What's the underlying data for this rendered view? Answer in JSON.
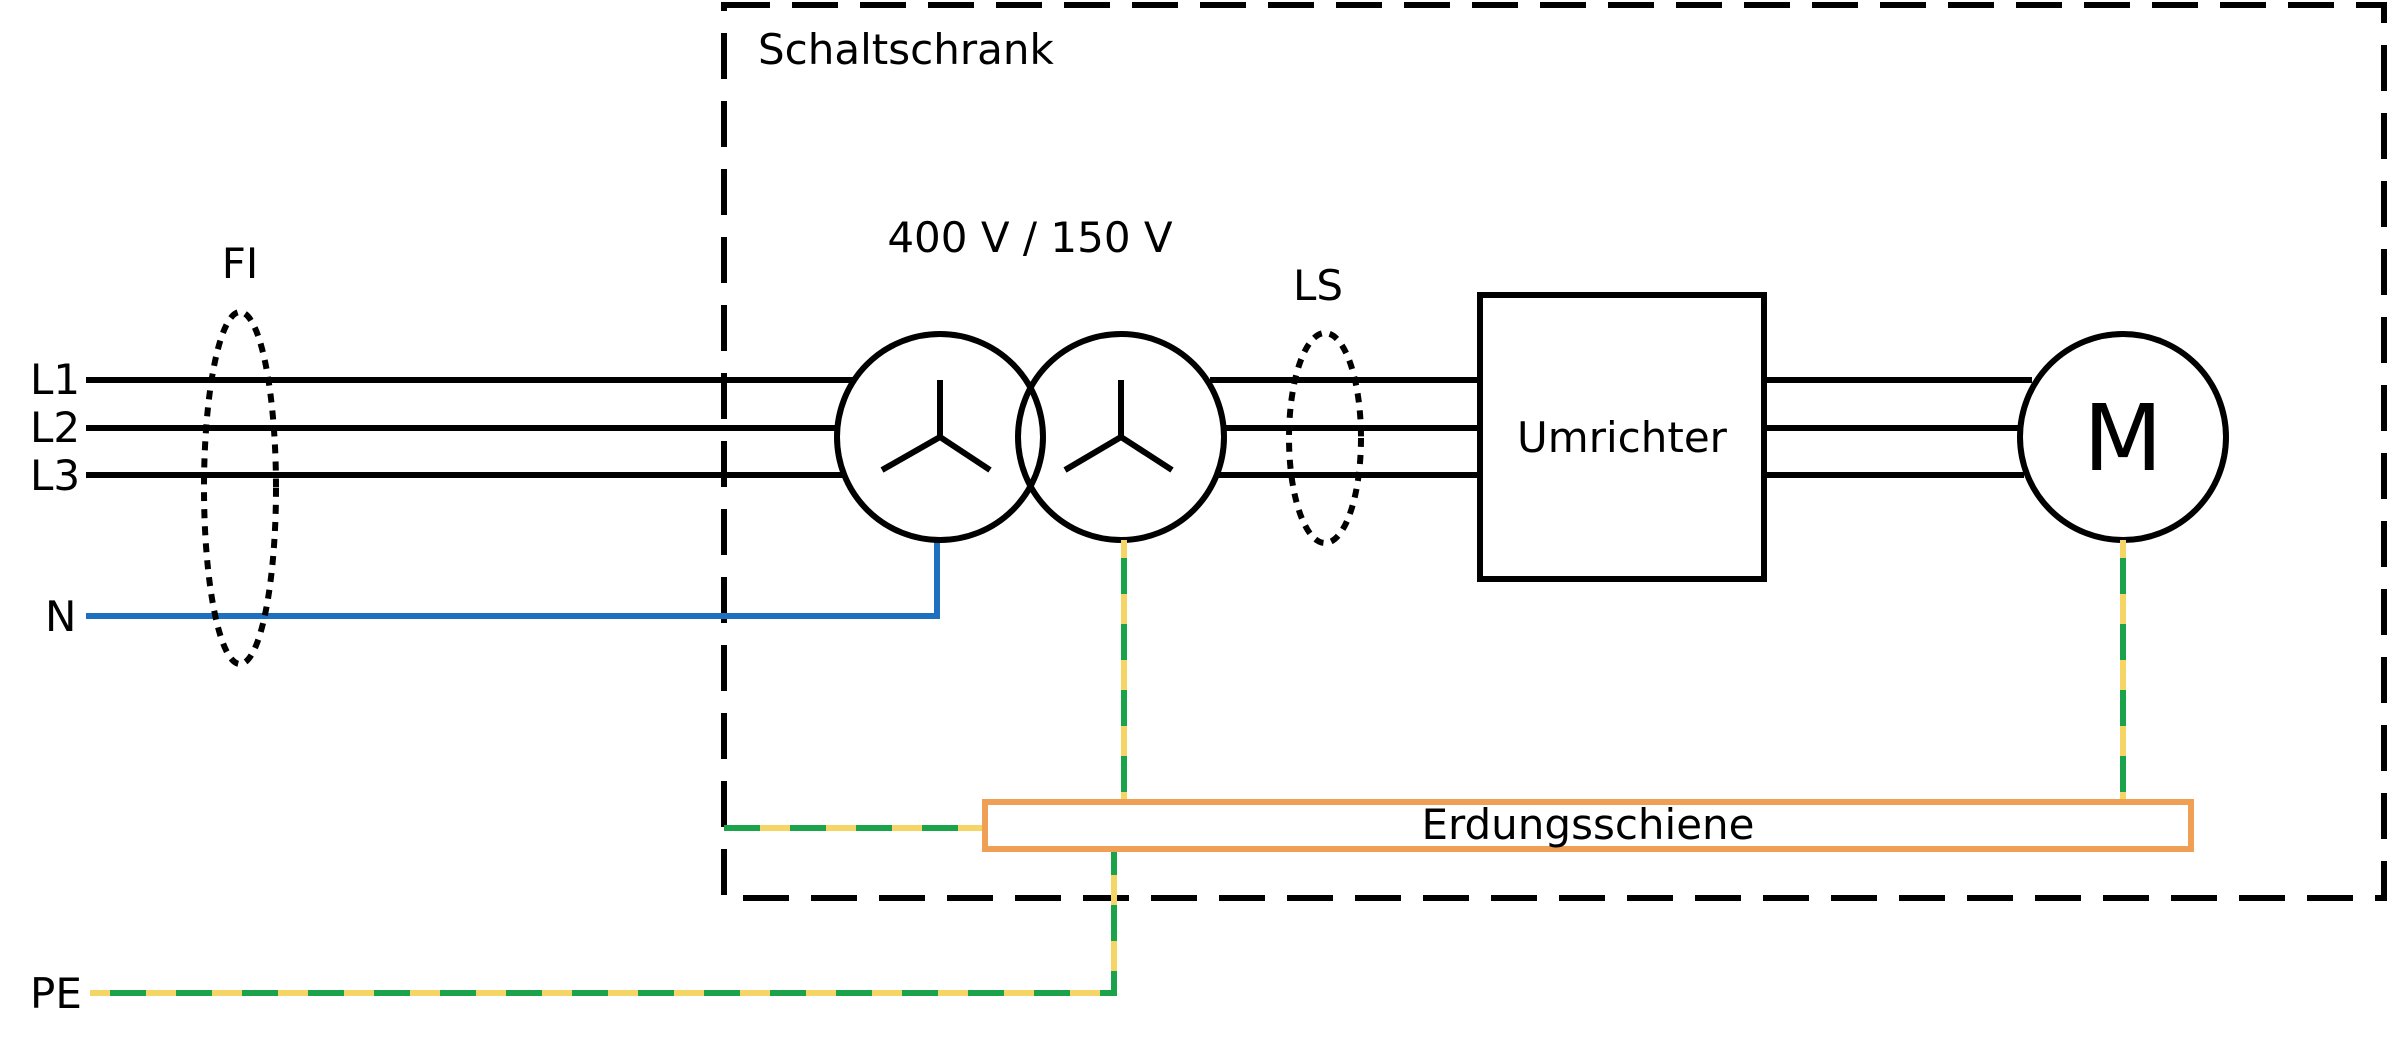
{
  "labels": {
    "l1": "L1",
    "l2": "L2",
    "l3": "L3",
    "n": "N",
    "pe": "PE",
    "fi": "FI",
    "cabinet": "Schaltschrank",
    "transformer": "400 V / 150 V",
    "ls": "LS",
    "inverter": "Umrichter",
    "motor": "M",
    "busbar": "Erdungsschiene"
  },
  "colors": {
    "phase": "#000000",
    "neutral": "#1f6fbf",
    "pe_yellow": "#f5d565",
    "pe_green": "#1aa34a",
    "busbar": "#f0a055",
    "cabinet_border": "#000000"
  },
  "icons": {
    "transformer_symbol": "star-connection-icon",
    "breaker_symbol": "dotted-ellipse-icon"
  }
}
